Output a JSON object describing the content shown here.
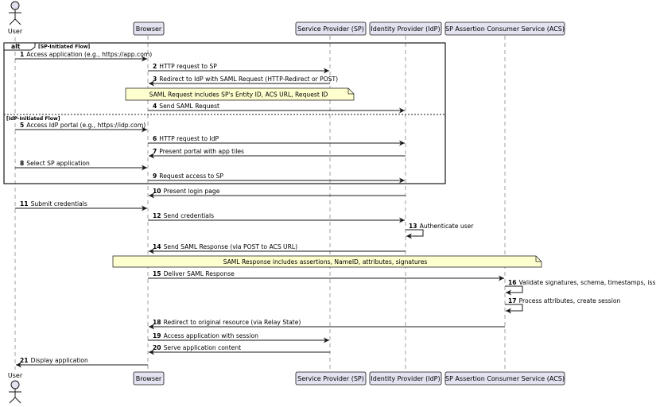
{
  "participants": [
    {
      "id": "user",
      "label": "User",
      "kind": "actor"
    },
    {
      "id": "browser",
      "label": "Browser",
      "kind": "box"
    },
    {
      "id": "sp",
      "label": "Service Provider (SP)",
      "kind": "box"
    },
    {
      "id": "idp",
      "label": "Identity Provider (IdP)",
      "kind": "box"
    },
    {
      "id": "acs",
      "label": "SP Assertion Consumer Service (ACS)",
      "kind": "box"
    }
  ],
  "alt": {
    "keyword": "alt",
    "first_guard": "[SP-Initiated Flow]",
    "second_guard": "[IdP-Initiated Flow]"
  },
  "messages": [
    {
      "num": "1",
      "from": "user",
      "to": "browser",
      "text": "Access application (e.g., https://app.com)"
    },
    {
      "num": "2",
      "from": "browser",
      "to": "sp",
      "text": "HTTP request to SP"
    },
    {
      "num": "3",
      "from": "sp",
      "to": "browser",
      "text": "Redirect to IdP with SAML Request (HTTP-Redirect or POST)"
    },
    {
      "num": "4",
      "from": "browser",
      "to": "idp",
      "text": "Send SAML Request"
    },
    {
      "num": "5",
      "from": "user",
      "to": "browser",
      "text": "Access IdP portal (e.g., https://idp.com)"
    },
    {
      "num": "6",
      "from": "browser",
      "to": "idp",
      "text": "HTTP request to IdP"
    },
    {
      "num": "7",
      "from": "idp",
      "to": "browser",
      "text": "Present portal with app tiles"
    },
    {
      "num": "8",
      "from": "user",
      "to": "browser",
      "text": "Select SP application"
    },
    {
      "num": "9",
      "from": "browser",
      "to": "idp",
      "text": "Request access to SP"
    },
    {
      "num": "10",
      "from": "idp",
      "to": "browser",
      "text": "Present login page"
    },
    {
      "num": "11",
      "from": "user",
      "to": "browser",
      "text": "Submit credentials"
    },
    {
      "num": "12",
      "from": "browser",
      "to": "idp",
      "text": "Send credentials"
    },
    {
      "num": "13",
      "from": "idp",
      "to": "idp",
      "text": "Authenticate user"
    },
    {
      "num": "14",
      "from": "idp",
      "to": "browser",
      "text": "Send SAML Response (via POST to ACS URL)"
    },
    {
      "num": "15",
      "from": "browser",
      "to": "acs",
      "text": "Deliver SAML Response"
    },
    {
      "num": "16",
      "from": "acs",
      "to": "acs",
      "text": "Validate signatures, schema, timestamps, issuer"
    },
    {
      "num": "17",
      "from": "acs",
      "to": "acs",
      "text": "Process attributes, create session"
    },
    {
      "num": "18",
      "from": "acs",
      "to": "browser",
      "text": "Redirect to original resource (via Relay State)"
    },
    {
      "num": "19",
      "from": "browser",
      "to": "sp",
      "text": "Access application with session"
    },
    {
      "num": "20",
      "from": "sp",
      "to": "browser",
      "text": "Serve application content"
    },
    {
      "num": "21",
      "from": "browser",
      "to": "user",
      "text": "Display application"
    }
  ],
  "notes": [
    {
      "text": "SAML Request includes SP's Entity ID, ACS URL, Request ID"
    },
    {
      "text": "SAML Response includes assertions, NameID, attributes, signatures"
    }
  ],
  "colors": {
    "participant_fill": "#e2e2f0",
    "participant_border": "#181818",
    "note_fill": "#fefece",
    "line": "#181818",
    "lifeline": "#a0a0a0"
  }
}
